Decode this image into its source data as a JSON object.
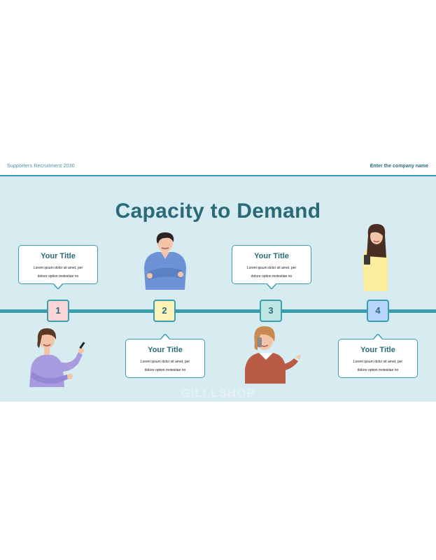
{
  "header": {
    "left_text": "Supporters Recruitment 2030",
    "right_text": "Enter the company name"
  },
  "slide": {
    "title": "Capacity to Demand",
    "watermark": "GILLLSHOP"
  },
  "steps": [
    {
      "number": "1",
      "color": "#f9d5d7",
      "card": {
        "title": "Your Title",
        "line1": "Lorem ipsum dolor sit amet, per",
        "line2": "dolore option molestiae no"
      }
    },
    {
      "number": "2",
      "color": "#fdf2b8",
      "card": {
        "title": "Your Title",
        "line1": "Lorem ipsum dolor sit amet, per",
        "line2": "dolore option molestiae no"
      }
    },
    {
      "number": "3",
      "color": "#bfe7e2",
      "card": {
        "title": "Your Title",
        "line1": "Lorem ipsum dolor sit amet, per",
        "line2": "dolore option molestiae no"
      }
    },
    {
      "number": "4",
      "color": "#b8d5fb",
      "card": {
        "title": "Your Title",
        "line1": "Lorem ipsum dolor sit amet, per",
        "line2": "dolore option molestiae no"
      }
    }
  ],
  "colors": {
    "accent": "#3a9db0",
    "title": "#2a6a78",
    "background": "#d7ecf1"
  },
  "illustrations": [
    "woman-pointing-illustration",
    "man-arms-crossed-illustration",
    "woman-on-phone-illustration",
    "woman-holding-book-illustration"
  ]
}
